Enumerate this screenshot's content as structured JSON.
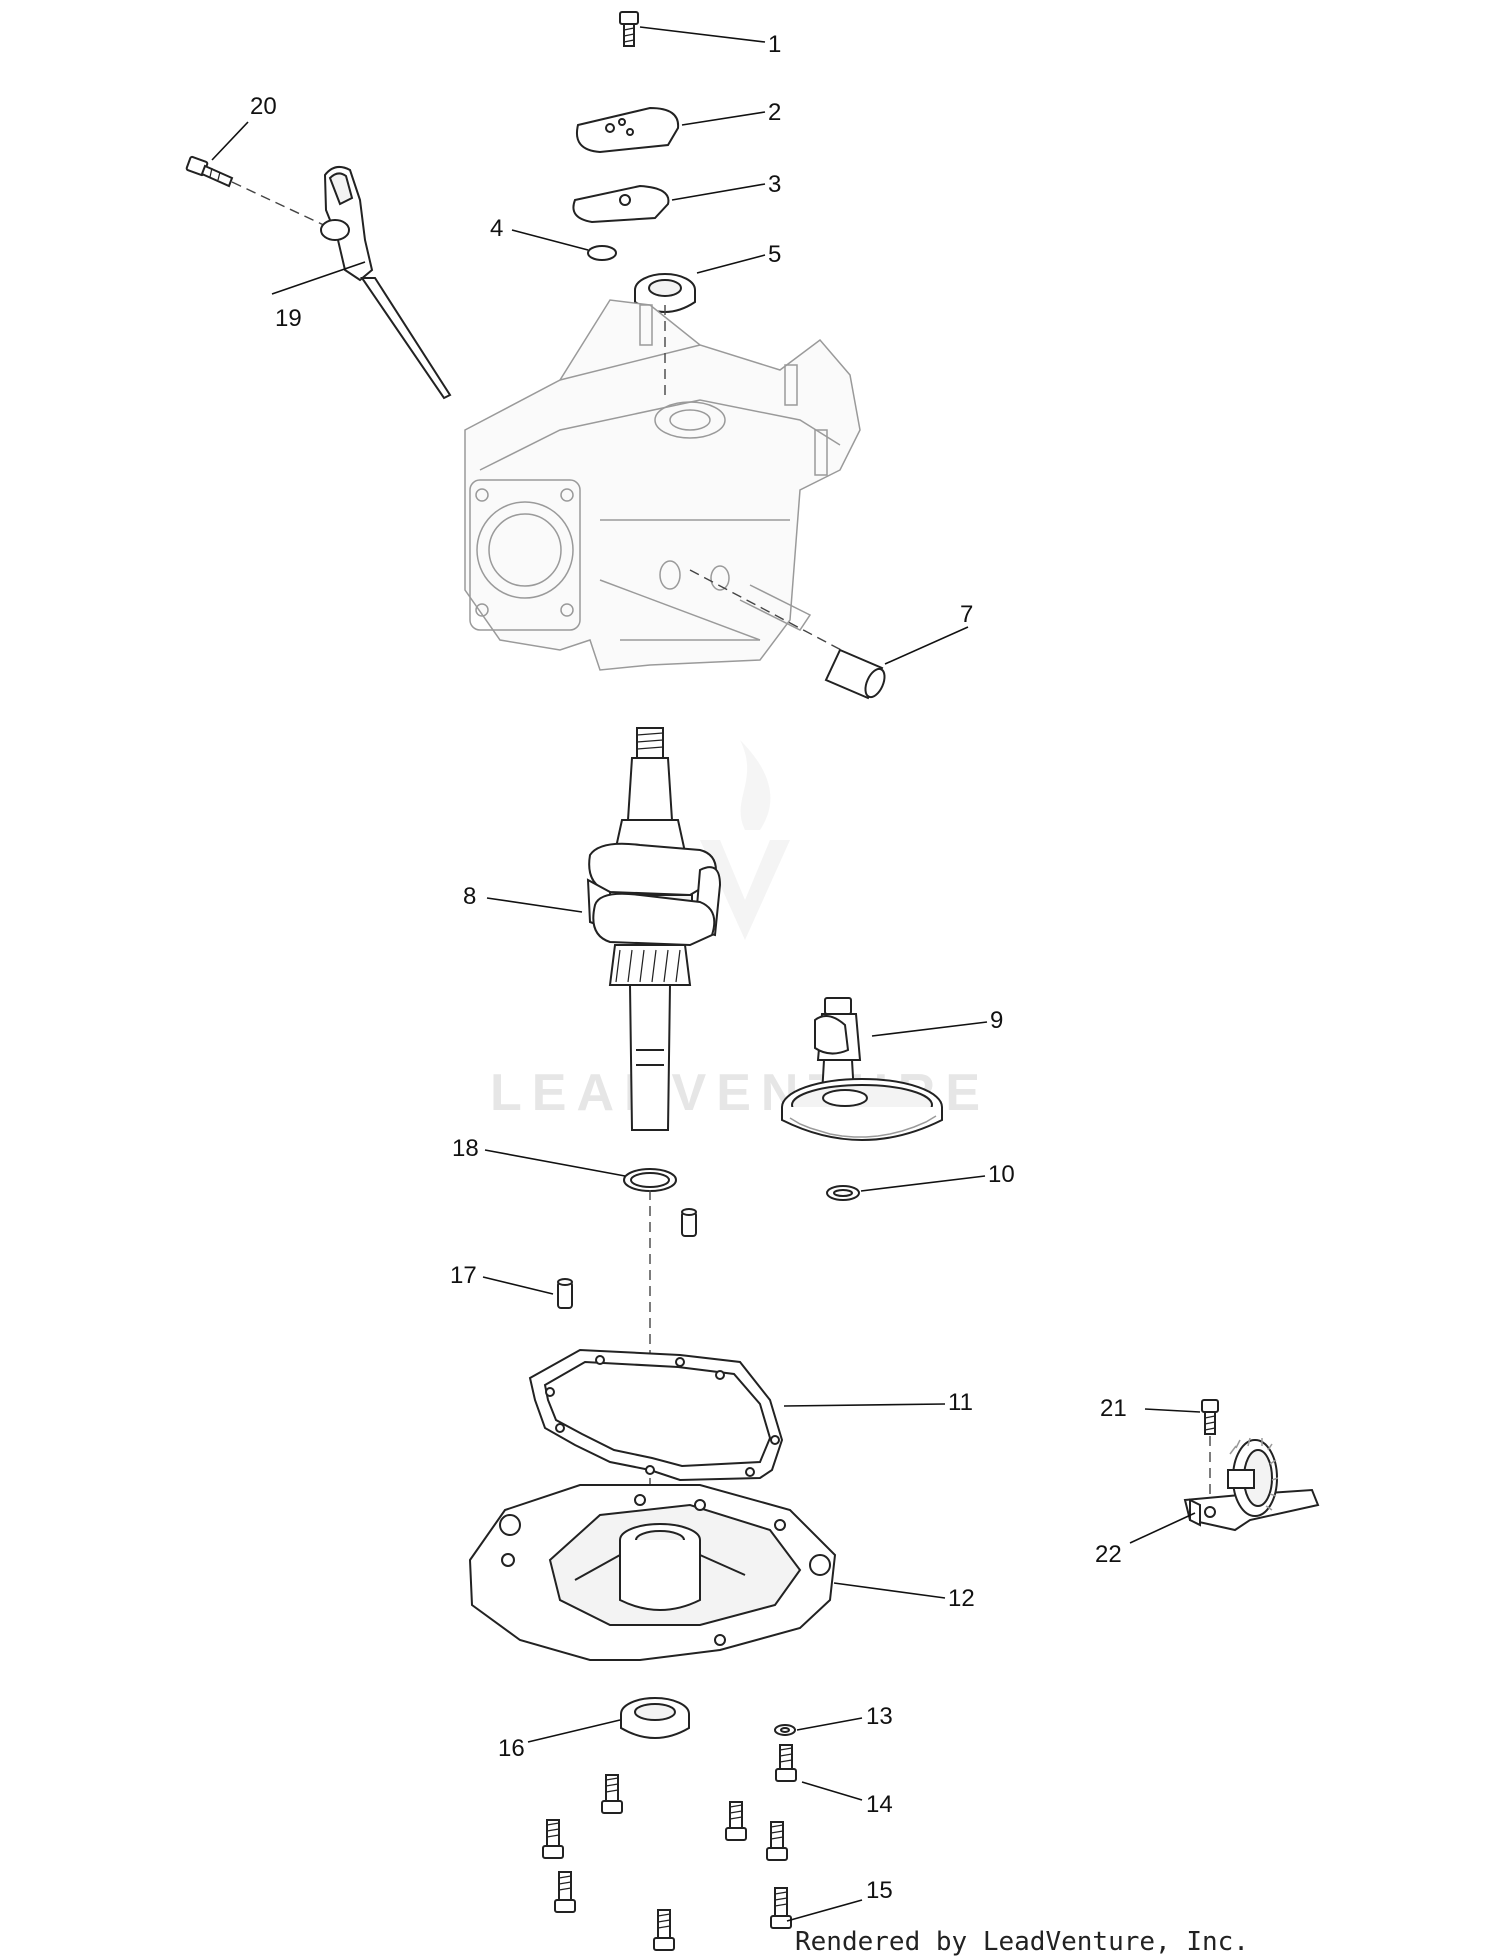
{
  "diagram": {
    "callouts": [
      "1",
      "2",
      "3",
      "4",
      "5",
      "7",
      "8",
      "9",
      "10",
      "11",
      "12",
      "13",
      "14",
      "15",
      "16",
      "17",
      "18",
      "19",
      "20",
      "21",
      "22"
    ],
    "watermark": "LEADVENTURE",
    "credit": "Rendered by LeadVenture, Inc."
  }
}
